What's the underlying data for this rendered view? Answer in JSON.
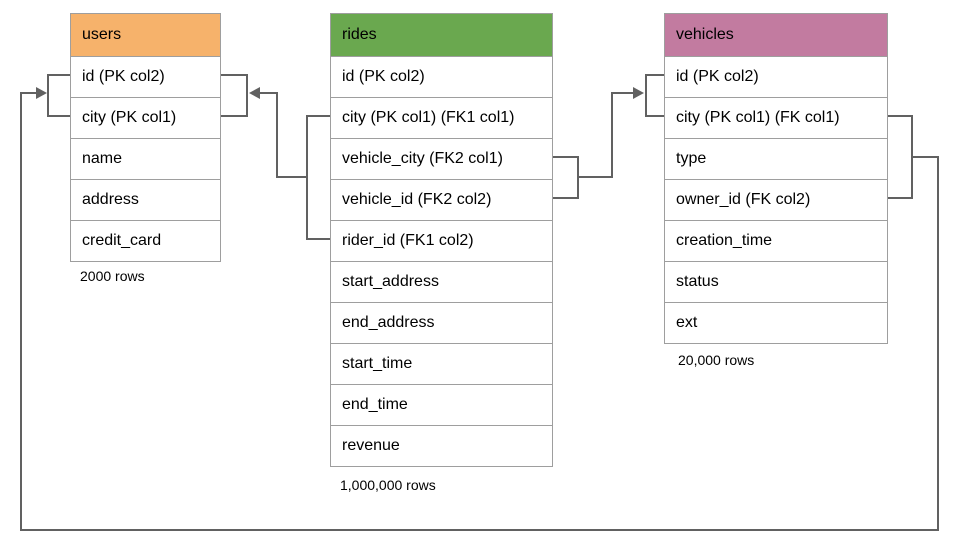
{
  "tables": {
    "users": {
      "name": "users",
      "header_color": "#f6b26b",
      "columns": [
        "id (PK col2)",
        "city (PK col1)",
        "name",
        "address",
        "credit_card"
      ],
      "row_count": "2000 rows"
    },
    "rides": {
      "name": "rides",
      "header_color": "#6aa84f",
      "columns": [
        "id (PK col2)",
        "city (PK col1) (FK1 col1)",
        "vehicle_city (FK2 col1)",
        "vehicle_id (FK2 col2)",
        "rider_id (FK1 col2)",
        "start_address",
        "end_address",
        "start_time",
        "end_time",
        "revenue"
      ],
      "row_count": "1,000,000 rows"
    },
    "vehicles": {
      "name": "vehicles",
      "header_color": "#c27ba0",
      "columns": [
        "id (PK col2)",
        "city (PK col1) (FK col1)",
        "type",
        "owner_id (FK col2)",
        "creation_time",
        "status",
        "ext"
      ],
      "row_count": "20,000 rows"
    }
  },
  "relationships": [
    {
      "from_table": "rides",
      "from_columns": "city, rider_id",
      "to_table": "users",
      "to_columns": "id, city"
    },
    {
      "from_table": "rides",
      "from_columns": "vehicle_city, vehicle_id",
      "to_table": "vehicles",
      "to_columns": "id, city"
    },
    {
      "from_table": "vehicles",
      "from_columns": "city, owner_id",
      "to_table": "users",
      "to_columns": "id, city"
    }
  ],
  "colors": {
    "background": "#ffffff",
    "table_border": "#9e9e9e",
    "connector": "#616161",
    "users_header": "#f6b26b",
    "rides_header": "#6aa84f",
    "vehicles_header": "#c27ba0"
  }
}
